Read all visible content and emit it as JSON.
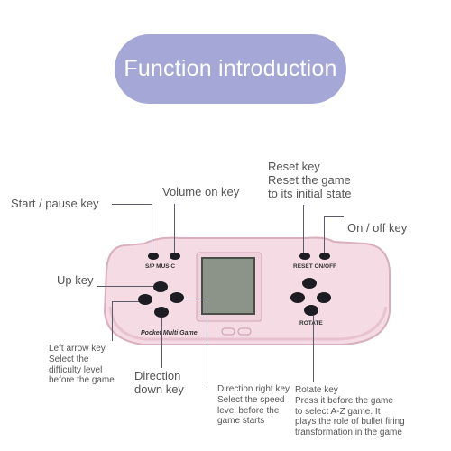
{
  "title": "Function introduction",
  "labels": {
    "start_pause": "Start / pause key",
    "volume": "Volume on key",
    "reset": [
      "Reset key",
      "Reset the game",
      "to its initial state"
    ],
    "on_off": "On / off key",
    "up": "Up key",
    "left_arrow": [
      "Left arrow key",
      "Select the",
      "difficulty level",
      "before the game"
    ],
    "direction_down": [
      "Direction",
      "down key"
    ],
    "direction_right": [
      "Direction right key",
      "Select the speed",
      "level before the",
      "game starts"
    ],
    "rotate": [
      "Rotate key",
      "Press it before the game",
      "to select A-Z game. It",
      "plays the role of bullet firing",
      "transformation in the game"
    ]
  },
  "device": {
    "btn_sp_music": "S/P MUSIC",
    "btn_reset_onoff": "RESET ON/OFF",
    "btn_rotate": "ROTATE",
    "brand": "Pocket Multi Game"
  },
  "colors": {
    "title_pill": "#a5a8d6",
    "device_body": "#f4dbe4",
    "device_edge": "#d9aebe",
    "screen": "#8c9489",
    "buttons": "#1c1c22"
  }
}
